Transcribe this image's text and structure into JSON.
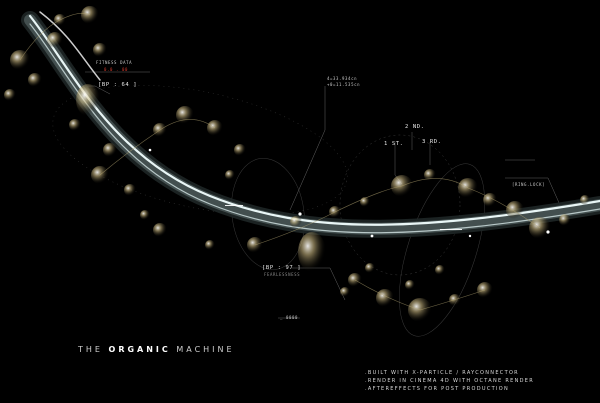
{
  "title": {
    "pre": "THE",
    "bold": "ORGANIC",
    "post": "MACHINE"
  },
  "credits": [
    ".BUILT WITH X-PARTICLE / RAYCONNECTOR",
    ".RENDER IN CINEMA 4D WITH OCTANE RENDER",
    ".AFTEREFFECTS FOR POST PRODUCTION"
  ],
  "hud": {
    "fitness_label": "FITNESS DATA",
    "fitness_red": "0.0 . 00",
    "tag_top": "[BP : 64 ]",
    "coords_a": "4=33.934cn",
    "coords_b": "+0=11.535cn",
    "marker_1": "1 ST.",
    "marker_2": "2 ND.",
    "marker_3": "3 RD.",
    "tag_mid": "[BP : 97 ]",
    "tag_mid_sub": "FEARLESSNESS",
    "lock_label": "[RING.LOCK]",
    "end_label": "_ 0000"
  },
  "colors": {
    "background": "#000000",
    "tube": "#e8f2f2",
    "accent_gold": "#c8b070",
    "accent_red": "#d33a2c"
  }
}
